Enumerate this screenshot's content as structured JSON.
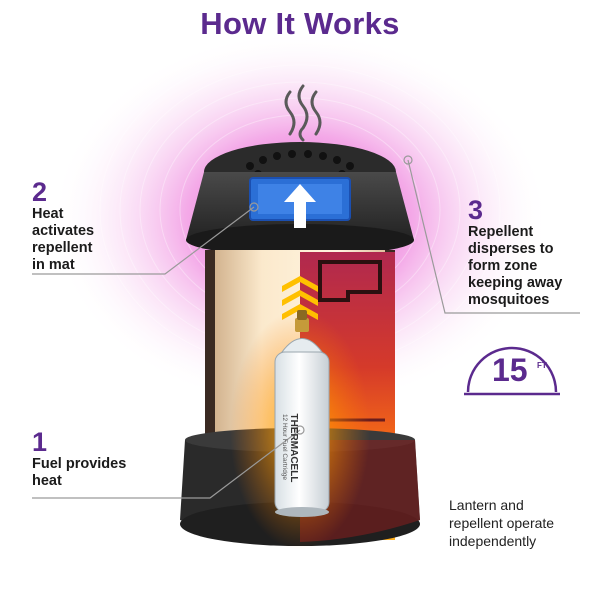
{
  "title": "How It Works",
  "steps": [
    {
      "number": "1",
      "text": "Fuel provides\nheat"
    },
    {
      "number": "2",
      "text": "Heat\nactivates\nrepellent\nin mat"
    },
    {
      "number": "3",
      "text": "Repellent\ndisperses to\nform zone\nkeeping away\nmosquitoes"
    }
  ],
  "range_badge": {
    "value": "15",
    "unit": "FT"
  },
  "note": "Lantern and\nrepellent operate\nindependently",
  "cartridge": {
    "brand": "THERMACELL",
    "label": "12 Hour Fuel Cartridge"
  },
  "colors": {
    "accent": "#5b2a8e",
    "glow": "#e040c8",
    "mat": "#2b6fd6",
    "flame": "#ff8a00"
  }
}
